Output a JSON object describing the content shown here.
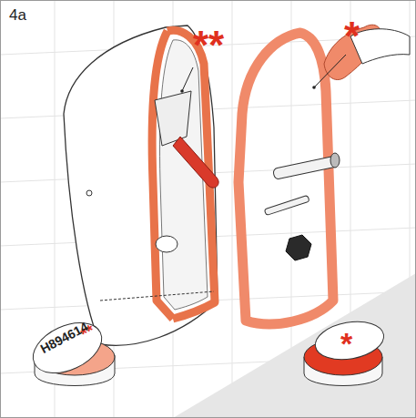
{
  "diagram": {
    "labels": [
      "4a",
      "**",
      "*",
      "**",
      "H894614",
      "*"
    ]
  }
}
